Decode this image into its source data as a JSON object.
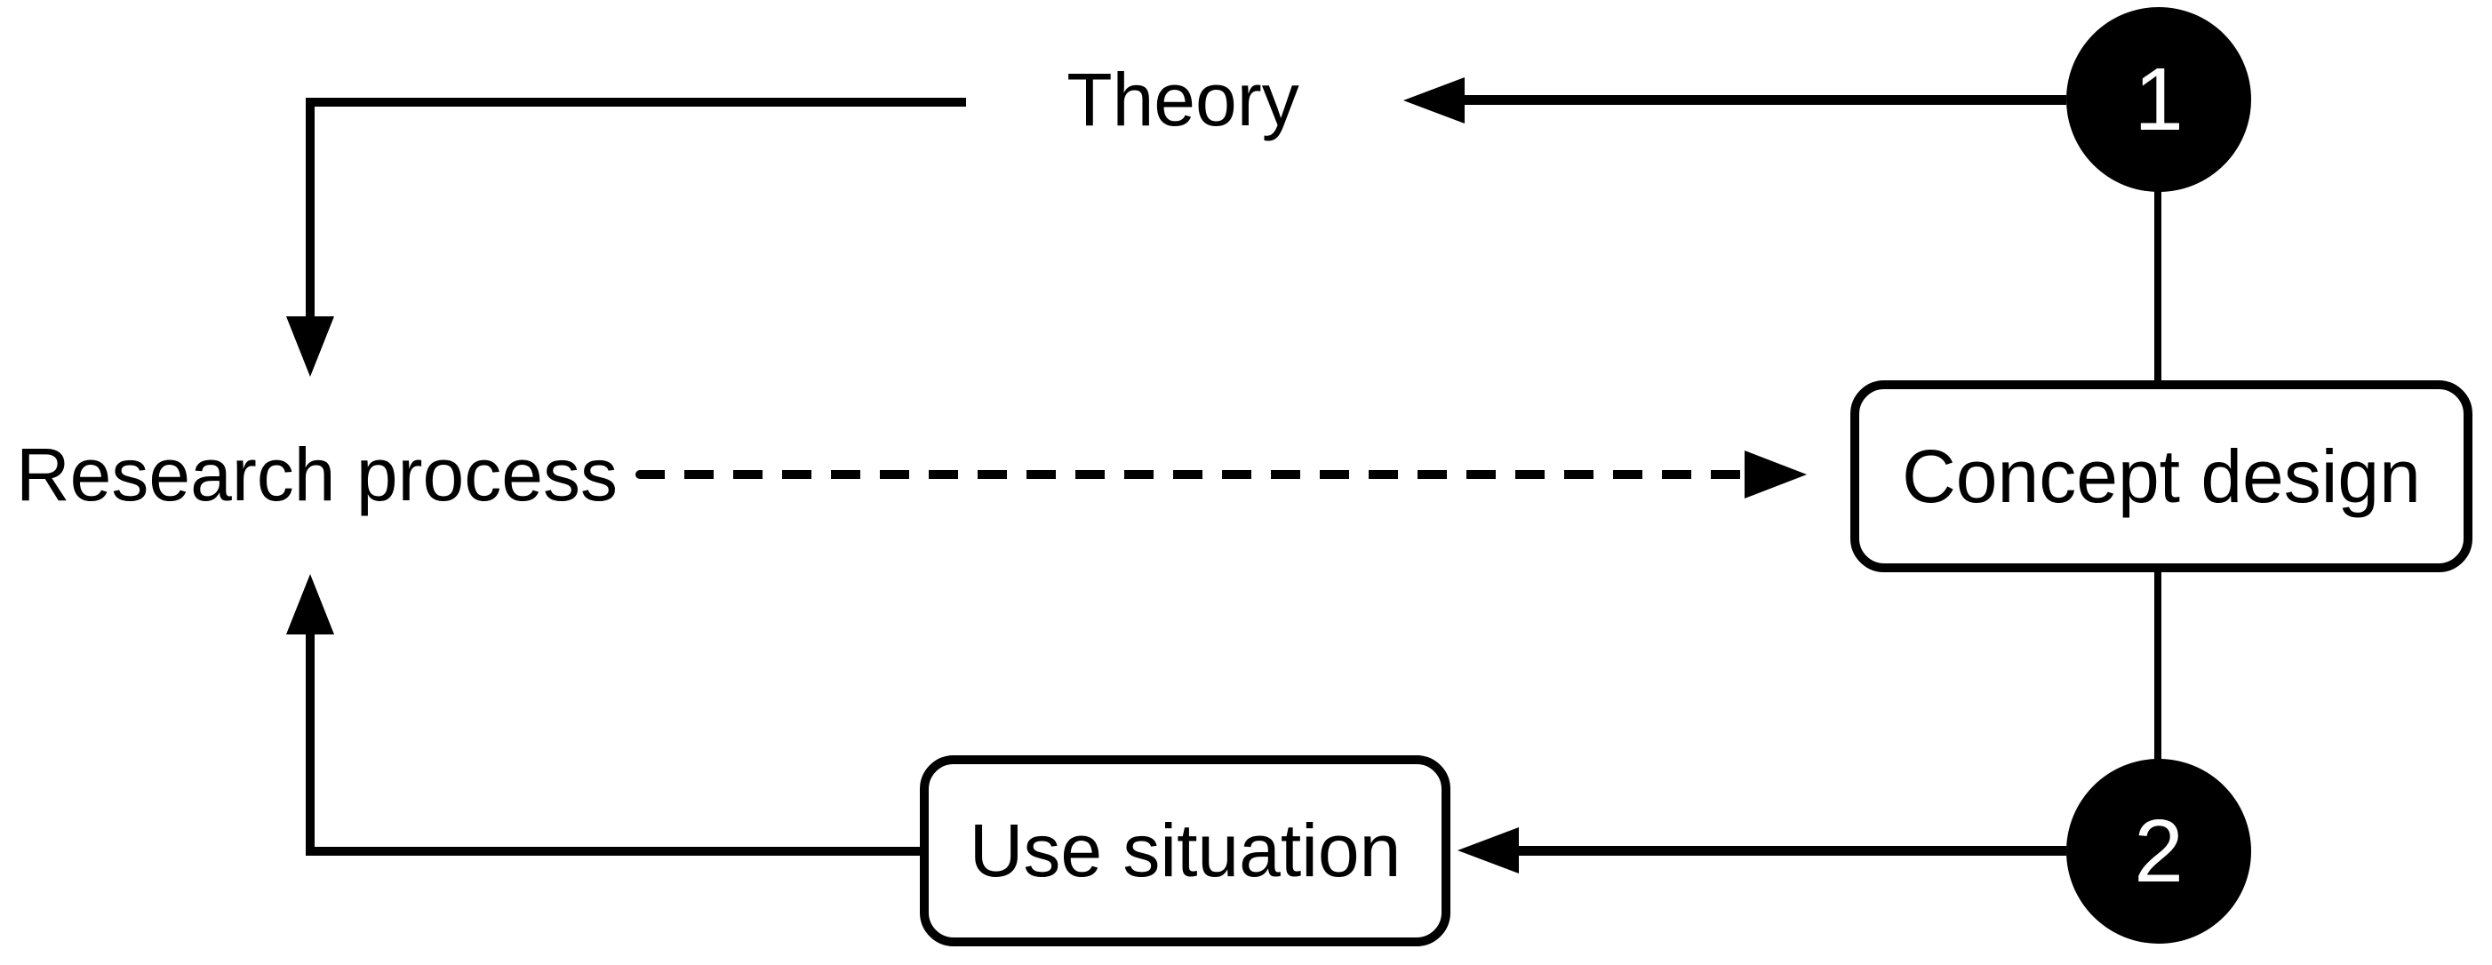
{
  "colors": {
    "background": "#ffffff",
    "foreground": "#000000",
    "marker_text": "#ffffff"
  },
  "diagram": {
    "nodes": [
      {
        "id": "theory",
        "label": "Theory",
        "type": "text"
      },
      {
        "id": "research-process",
        "label": "Research process",
        "type": "text"
      },
      {
        "id": "concept-design",
        "label": "Concept design",
        "type": "rounded-box"
      },
      {
        "id": "use-situation",
        "label": "Use situation",
        "type": "rounded-box"
      }
    ],
    "markers": [
      {
        "id": "step-1",
        "label": "1"
      },
      {
        "id": "step-2",
        "label": "2"
      }
    ],
    "edges": [
      {
        "from": "step-1",
        "to": "theory",
        "style": "solid-arrow"
      },
      {
        "from": "theory",
        "to": "research-process",
        "style": "solid-elbow-arrow"
      },
      {
        "from": "research-process",
        "to": "concept-design",
        "style": "dashed-arrow"
      },
      {
        "from": "step-1",
        "to": "concept-design",
        "style": "plain-line"
      },
      {
        "from": "concept-design",
        "to": "step-2",
        "style": "plain-line"
      },
      {
        "from": "step-2",
        "to": "use-situation",
        "style": "solid-arrow"
      },
      {
        "from": "use-situation",
        "to": "research-process",
        "style": "solid-elbow-arrow"
      }
    ]
  }
}
